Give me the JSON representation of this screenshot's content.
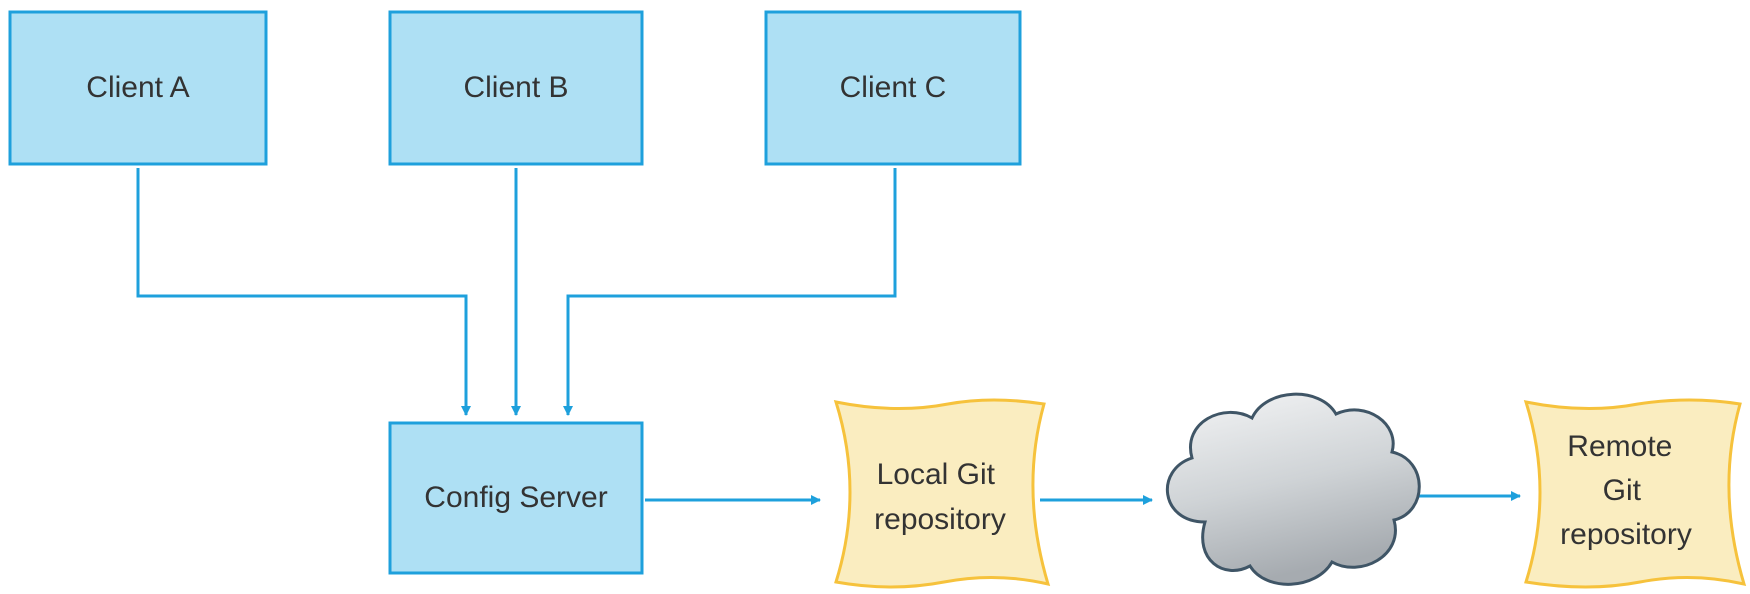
{
  "diagram": {
    "colors": {
      "client_fill": "#aee0f4",
      "client_stroke": "#1ea0dc",
      "repo_fill": "#faedc0",
      "repo_stroke": "#f6c23c",
      "arrow": "#1ea0dc",
      "cloud_stroke": "#3f5566",
      "text": "#333333"
    },
    "nodes": {
      "client_a": {
        "label": "Client A"
      },
      "client_b": {
        "label": "Client B"
      },
      "client_c": {
        "label": "Client C"
      },
      "config_server": {
        "label": "Config Server"
      },
      "local_repo": {
        "lines": [
          "Local Git",
          "repository"
        ]
      },
      "cloud": {
        "icon": "cloud-icon"
      },
      "remote_repo": {
        "lines": [
          "Remote",
          "Git",
          "repository"
        ]
      }
    },
    "edges": [
      {
        "from": "Client A",
        "to": "Config Server"
      },
      {
        "from": "Client B",
        "to": "Config Server"
      },
      {
        "from": "Client C",
        "to": "Config Server"
      },
      {
        "from": "Config Server",
        "to": "Local Git repository"
      },
      {
        "from": "Local Git repository",
        "to": "cloud"
      },
      {
        "from": "cloud",
        "to": "Remote Git repository"
      }
    ]
  }
}
